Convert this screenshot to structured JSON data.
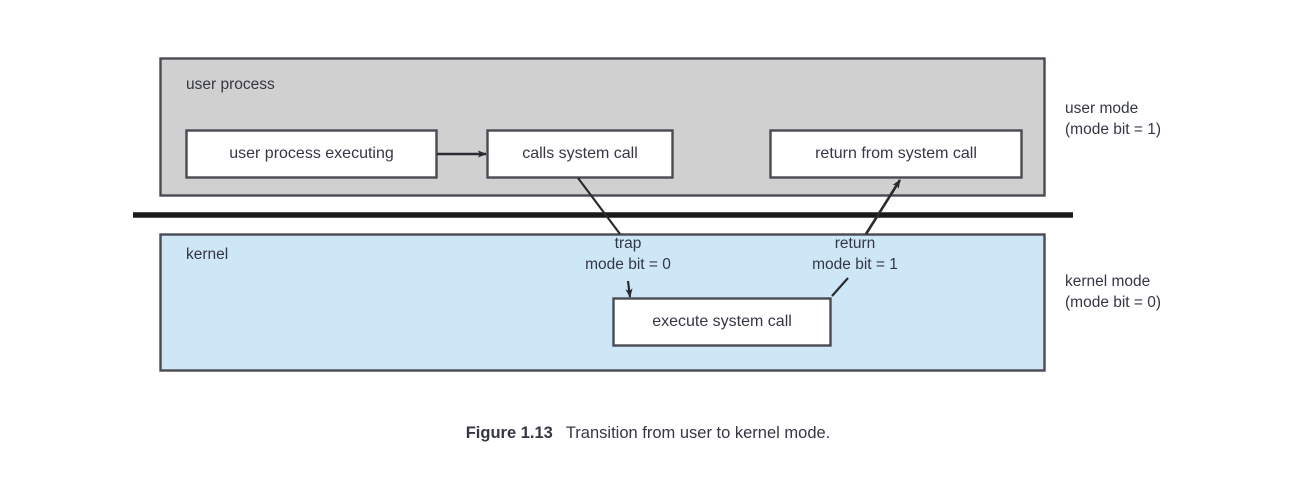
{
  "figure": {
    "number": "Figure 1.13",
    "caption_text": "Transition from user to kernel mode.",
    "type": "diagram"
  },
  "colors": {
    "user_zone_fill": "#d0d0d0",
    "kernel_zone_fill": "#cde7f7",
    "box_fill": "#ffffff",
    "stroke": "#4a4a52",
    "divider": "#1a1a1a",
    "text": "#353744"
  },
  "zones": [
    {
      "id": "user",
      "label": "user process",
      "side_label_line1": "user mode",
      "side_label_line2": "(mode bit = 1)",
      "fill": "#d0d0d0"
    },
    {
      "id": "kernel",
      "label": "kernel",
      "side_label_line1": "kernel mode",
      "side_label_line2": "(mode bit = 0)",
      "fill": "#cde7f7"
    }
  ],
  "boxes": [
    {
      "id": "user-process-executing",
      "label": "user process executing",
      "zone": "user"
    },
    {
      "id": "calls-system-call",
      "label": "calls system call",
      "zone": "user"
    },
    {
      "id": "return-from-system-call",
      "label": "return from system call",
      "zone": "user"
    },
    {
      "id": "execute-system-call",
      "label": "execute system call",
      "zone": "kernel"
    }
  ],
  "edge_labels": [
    {
      "id": "trap",
      "line1": "trap",
      "line2": "mode bit = 0"
    },
    {
      "id": "return",
      "line1": "return",
      "line2": "mode bit = 1"
    }
  ]
}
